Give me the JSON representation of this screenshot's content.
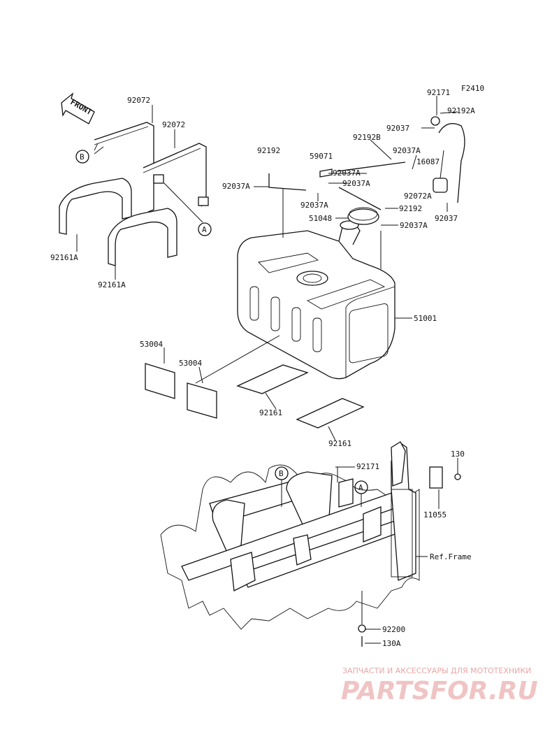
{
  "diagram": {
    "figure_code": "F2410",
    "front_label": "FRONT",
    "ref_markers": {
      "a": "A",
      "b": "B"
    },
    "part_labels": {
      "p92072_top": "92072",
      "p92072_mid": "92072",
      "p92161A_left": "92161A",
      "p92161A_right": "92161A",
      "p92192_left": "92192",
      "p92037A_left": "92037A",
      "p59071": "59071",
      "p92192B": "92192B",
      "p92037A_a": "92037A",
      "p92037A_b": "92037A",
      "p92037A_c": "92037A",
      "p92037A_d": "92037A",
      "p92037A_e": "92037A",
      "p92171_top": "92171",
      "p92192A": "92192A",
      "p92037_top": "92037",
      "p16087": "16087",
      "p92072A": "92072A",
      "p92037_bottom": "92037",
      "p92192_right": "92192",
      "p51048": "51048",
      "p51001": "51001",
      "p53004_left": "53004",
      "p53004_right": "53004",
      "p92161_a": "92161",
      "p92161_b": "92161",
      "p92171_frame": "92171",
      "p130": "130",
      "p11055": "11055",
      "ref_frame": "Ref.Frame",
      "p92200": "92200",
      "p130A": "130A"
    }
  },
  "watermark": {
    "caption": "ЗАПЧАСТИ И АКСЕССУАРЫ ДЛЯ МОТОТЕХНИКИ",
    "brand": "PARTSFOR.RU"
  }
}
